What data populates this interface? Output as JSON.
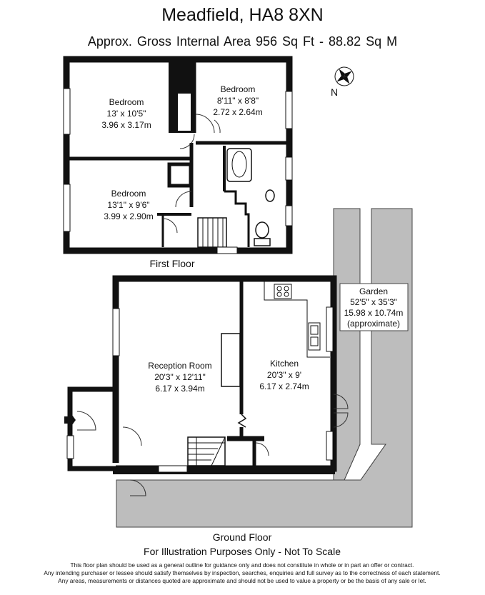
{
  "header": {
    "title": "Meadfield, HA8 8XN",
    "area": "Approx. Gross Internal Area   956 Sq Ft  -  88.82 Sq M"
  },
  "compass": {
    "icon": "compass-icon",
    "label": "N"
  },
  "first_floor": {
    "label": "First Floor",
    "rooms": [
      {
        "name": "Bedroom",
        "imperial": "13' x 10'5\"",
        "metric": "3.96 x 3.17m"
      },
      {
        "name": "Bedroom",
        "imperial": "8'11\" x 8'8\"",
        "metric": "2.72 x 2.64m"
      },
      {
        "name": "Bedroom",
        "imperial": "13'1\" x 9'6\"",
        "metric": "3.99 x 2.90m"
      }
    ]
  },
  "ground_floor": {
    "label": "Ground Floor",
    "rooms": [
      {
        "name": "Reception Room",
        "imperial": "20'3\" x 12'11\"",
        "metric": "6.17 x 3.94m"
      },
      {
        "name": "Kitchen",
        "imperial": "20'3\" x 9'",
        "metric": "6.17 x 2.74m"
      }
    ],
    "garden": {
      "name": "Garden",
      "imperial": "52'5\" x 35'3\"",
      "metric": "15.98 x 10.74m",
      "note": "(approximate)"
    }
  },
  "footer": {
    "illustration": "For Illustration Purposes Only - Not To Scale",
    "disclaimer": [
      "This floor plan should be used as a general outline for guidance only and does not constitute in whole or in part an offer or contract.",
      "Any intending purchaser or lessee should satisfy themselves by inspection, searches, enquiries and full survey as to the correctness of each statement.",
      "Any areas, measurements or distances quoted are approximate and should not be used to value a property or be the basis of any sale or let."
    ]
  },
  "colors": {
    "wall": "#111111",
    "garden": "#bdbdbd",
    "garden_edge": "#444444",
    "window": "#ffffff"
  }
}
